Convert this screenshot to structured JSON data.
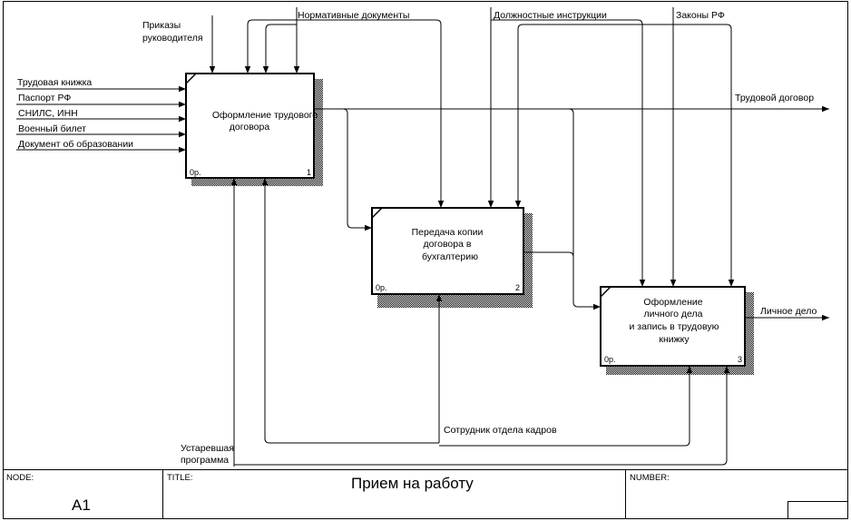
{
  "node": {
    "label": "NODE:",
    "value": "A1"
  },
  "title": {
    "label": "TITLE:",
    "value": "Прием на работу"
  },
  "number": {
    "label": "NUMBER:",
    "value": ""
  },
  "boxes": [
    {
      "lines": [
        "Оформление трудового",
        "договора"
      ],
      "cost": "0р.",
      "num": "1"
    },
    {
      "lines": [
        "Передача копии",
        "договора в",
        "бухгалтерию"
      ],
      "cost": "0р.",
      "num": "2"
    },
    {
      "lines": [
        "Оформление",
        "личного дела",
        "и запись в трудовую",
        "книжку"
      ],
      "cost": "0р.",
      "num": "3"
    }
  ],
  "arrows": {
    "orders": [
      "Приказы",
      "руководителя"
    ],
    "normative": "Нормативные документы",
    "instructions": "Должностные инструкции",
    "laws": "Законы РФ",
    "inputs": [
      "Трудовая книжка",
      "Паспорт РФ",
      "СНИЛС, ИНН",
      "Военный билет",
      "Документ об образовании"
    ],
    "contract": "Трудовой договор",
    "personal_file": "Личное дело",
    "employee": "Сотрудник отдела кадров",
    "program": [
      "Устаревшая",
      "программа"
    ]
  }
}
